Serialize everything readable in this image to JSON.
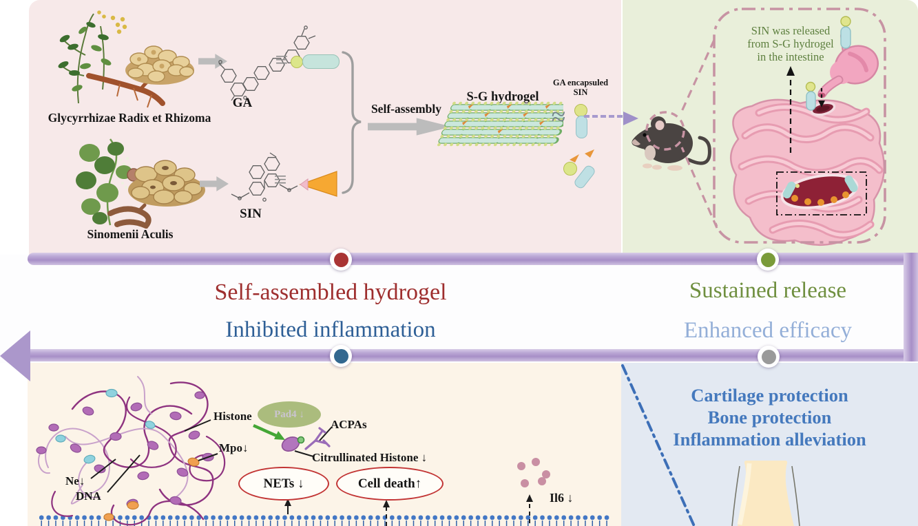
{
  "synthesis": {
    "plant1_label": "Glycyrrhizae Radix et Rhizoma",
    "ga_label": "GA",
    "plant2_label": "Sinomenii Aculis",
    "sin_label": "SIN",
    "equiv": "≡",
    "self_assembly": "Self-assembly",
    "hydrogel": "S-G hydrogel",
    "approx": "≈",
    "encapsulated1": "GA encapsuled",
    "encapsulated2": "SIN"
  },
  "release": {
    "caption1": "SIN was released",
    "caption2": "from S-G hydrogel",
    "caption3": "in the intestine"
  },
  "banner": {
    "self_assembled": "Self-assembled hydrogel",
    "inhibited": "Inhibited inflammation",
    "sustained": "Sustained release",
    "enhanced": "Enhanced efficacy"
  },
  "mechanism": {
    "histone": "Histone",
    "mpo": "Mpo↓",
    "ne": "Ne↓",
    "dna": "DNA",
    "pad4": "Pad4 ↓",
    "acpas": "ACPAs",
    "cit_histone": "Citrullinated Histone ↓",
    "nets": "NETs ↓",
    "cell_death": "Cell death↑",
    "il6": "Il6 ↓"
  },
  "outcome": {
    "line1": "Cartilage protection",
    "line2": "Bone protection",
    "line3": "Inflammation alleviation"
  },
  "colors": {
    "banner_red": "#9e2e2e",
    "banner_blue": "#2e5f96",
    "banner_green": "#6f8f3f",
    "banner_light_blue": "#94afd8",
    "outcome_blue": "#4579bd",
    "release_green": "#5d7f3e",
    "frame_purple": "#b2a0d2"
  }
}
